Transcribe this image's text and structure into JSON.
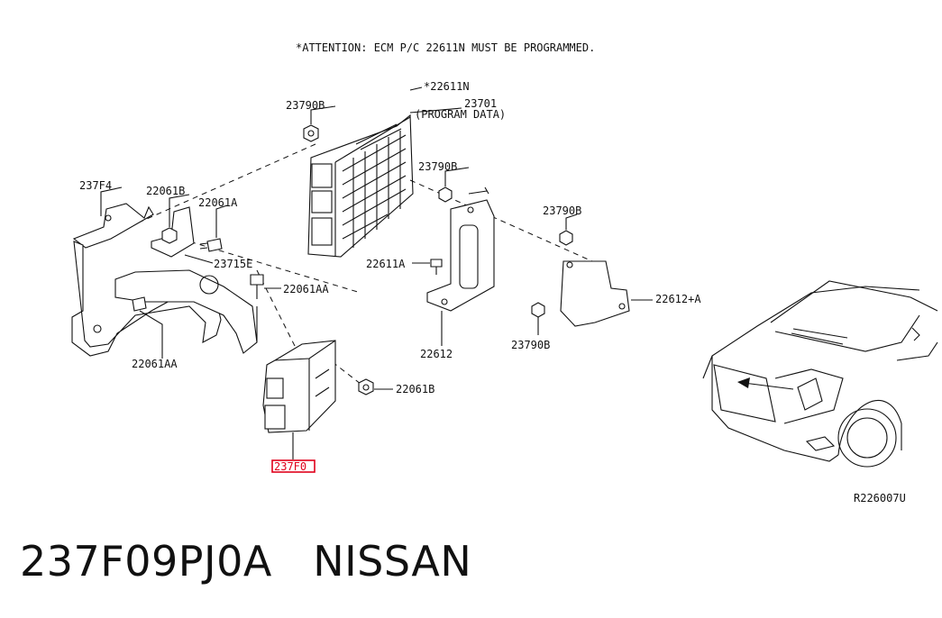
{
  "attention_note": "*ATTENTION: ECM P/C 22611N MUST BE PROGRAMMED.",
  "callouts": {
    "ecm_22611N": "*22611N",
    "program_data_23701": "23701",
    "program_data_sub": "(PROGRAM DATA)",
    "nut_23790B_top": "23790B",
    "nut_23790B_mid": "23790B",
    "nut_23790B_right": "23790B",
    "nut_23790B_bottom": "23790B",
    "bracket_237F4": "237F4",
    "bolt_22061B_top": "22061B",
    "bolt_22061A": "22061A",
    "bracket_23715E": "23715E",
    "bolt_22061AA_mid": "22061AA",
    "bolt_22061AA_low": "22061AA",
    "bolt_22611A": "22611A",
    "bracket_22612": "22612",
    "cover_22612A": "22612+A",
    "bolt_22061B_low": "22061B",
    "highlight_237F0": "237F0"
  },
  "highlight_color": "#e0001b",
  "reference_code": "R226007U",
  "caption": "237F09PJ0A   NISSAN"
}
